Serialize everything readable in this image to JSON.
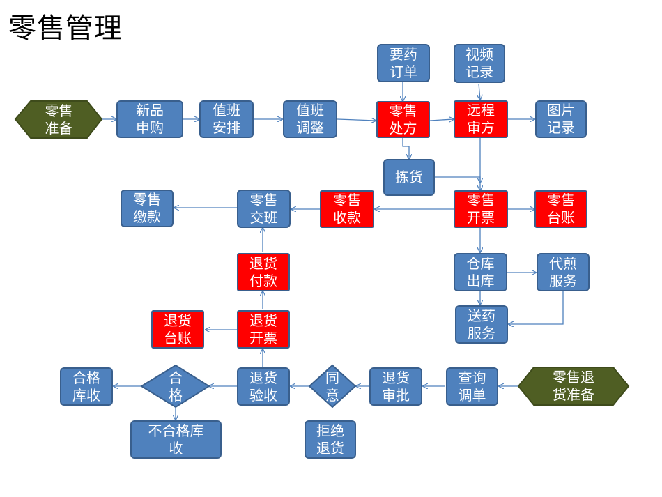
{
  "title": "零售管理",
  "colors": {
    "blue_box": "#4f81bd",
    "red_box": "#ff0000",
    "olive_hex": "#4f5e23",
    "line": "#4f81bd"
  },
  "nodes": {
    "retail_prep": "零售\n准备",
    "new_purchase": "新品\n申购",
    "shift_arrange": "值班\n安排",
    "shift_adjust": "值班\n调整",
    "drug_order": "要药\n订单",
    "retail_prescription": "零售\n处方",
    "video_record": "视频\n记录",
    "remote_review": "远程\n审方",
    "photo_record": "图片\n记录",
    "pick_goods": "拣货",
    "retail_pay": "零售\n缴款",
    "retail_handover": "零售\n交班",
    "retail_collect": "零售\n收款",
    "retail_invoice": "零售\n开票",
    "retail_ledger": "零售\n台账",
    "warehouse_out": "仓库\n出库",
    "decoct_service": "代煎\n服务",
    "delivery_service": "送药\n服务",
    "refund_payment": "退货\n付款",
    "refund_ledger": "退货\n台账",
    "refund_invoice": "退货\n开票",
    "qualified_store": "合格\n库收",
    "qualified_check": "合\n格",
    "refund_inspect": "退货\n验收",
    "agree_check": "同\n意",
    "refund_approve": "退货\n审批",
    "query_order": "查询\n调单",
    "refund_prep": "零售退\n货准备",
    "unqualified_store": "不合格库\n收",
    "reject_refund": "拒绝\n退货"
  }
}
